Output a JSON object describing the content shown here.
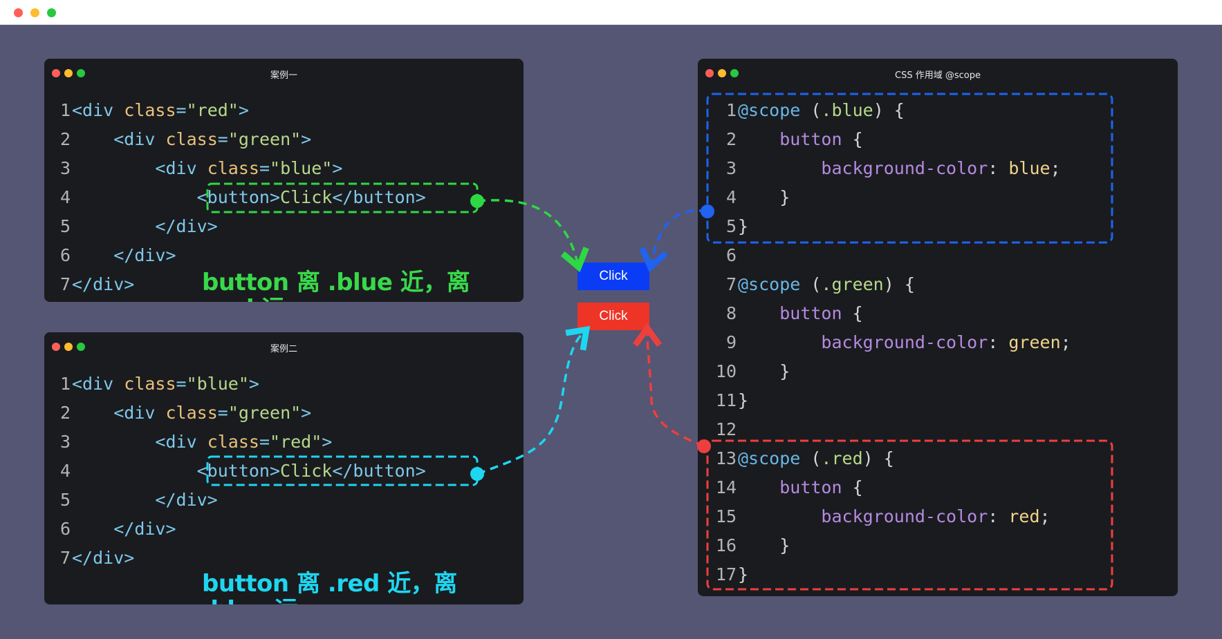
{
  "window": {
    "traffic_lights": {
      "close": "#ff5f57",
      "minimize": "#febc2e",
      "zoom": "#28c840"
    }
  },
  "case1": {
    "title": "案例一",
    "lines": [
      {
        "num": "1",
        "indent": "",
        "parts": [
          [
            "tag",
            "<div "
          ],
          [
            "attr",
            "class"
          ],
          [
            "tag",
            "="
          ],
          [
            "str",
            "\"red\""
          ],
          [
            "tag",
            ">"
          ]
        ]
      },
      {
        "num": "2",
        "indent": "    ",
        "parts": [
          [
            "tag",
            "<div "
          ],
          [
            "attr",
            "class"
          ],
          [
            "tag",
            "="
          ],
          [
            "str",
            "\"green\""
          ],
          [
            "tag",
            ">"
          ]
        ]
      },
      {
        "num": "3",
        "indent": "        ",
        "parts": [
          [
            "tag",
            "<div "
          ],
          [
            "attr",
            "class"
          ],
          [
            "tag",
            "="
          ],
          [
            "str",
            "\"blue\""
          ],
          [
            "tag",
            ">"
          ]
        ]
      },
      {
        "num": "4",
        "indent": "            ",
        "parts": [
          [
            "tag",
            "<button>"
          ],
          [
            "str",
            "Click"
          ],
          [
            "tag",
            "</button>"
          ]
        ]
      },
      {
        "num": "5",
        "indent": "        ",
        "parts": [
          [
            "tag",
            "</div>"
          ]
        ]
      },
      {
        "num": "6",
        "indent": "    ",
        "parts": [
          [
            "tag",
            "</div>"
          ]
        ]
      },
      {
        "num": "7",
        "indent": "",
        "parts": [
          [
            "tag",
            "</div>"
          ]
        ]
      }
    ],
    "note": "button 离 .blue 近，离 .red 远",
    "note_color": "#39d94a"
  },
  "case2": {
    "title": "案例二",
    "lines": [
      {
        "num": "1",
        "indent": "",
        "parts": [
          [
            "tag",
            "<div "
          ],
          [
            "attr",
            "class"
          ],
          [
            "tag",
            "="
          ],
          [
            "str",
            "\"blue\""
          ],
          [
            "tag",
            ">"
          ]
        ]
      },
      {
        "num": "2",
        "indent": "    ",
        "parts": [
          [
            "tag",
            "<div "
          ],
          [
            "attr",
            "class"
          ],
          [
            "tag",
            "="
          ],
          [
            "str",
            "\"green\""
          ],
          [
            "tag",
            ">"
          ]
        ]
      },
      {
        "num": "3",
        "indent": "        ",
        "parts": [
          [
            "tag",
            "<div "
          ],
          [
            "attr",
            "class"
          ],
          [
            "tag",
            "="
          ],
          [
            "str",
            "\"red\""
          ],
          [
            "tag",
            ">"
          ]
        ]
      },
      {
        "num": "4",
        "indent": "            ",
        "parts": [
          [
            "tag",
            "<button>"
          ],
          [
            "str",
            "Click"
          ],
          [
            "tag",
            "</button>"
          ]
        ]
      },
      {
        "num": "5",
        "indent": "        ",
        "parts": [
          [
            "tag",
            "</div>"
          ]
        ]
      },
      {
        "num": "6",
        "indent": "    ",
        "parts": [
          [
            "tag",
            "</div>"
          ]
        ]
      },
      {
        "num": "7",
        "indent": "",
        "parts": [
          [
            "tag",
            "</div>"
          ]
        ]
      }
    ],
    "note": "button 离 .red 近，离 .blue 远",
    "note_color": "#1fd6f0"
  },
  "css_window": {
    "title": "CSS 作用域 @scope",
    "lines": [
      {
        "num": "1",
        "indent": "",
        "parts": [
          [
            "at",
            "@scope "
          ],
          [
            "punc",
            "("
          ],
          [
            "sub",
            ".blue"
          ],
          [
            "punc",
            ") {"
          ]
        ]
      },
      {
        "num": "2",
        "indent": "    ",
        "parts": [
          [
            "prop",
            "button "
          ],
          [
            "punc",
            "{"
          ]
        ]
      },
      {
        "num": "3",
        "indent": "        ",
        "parts": [
          [
            "prop",
            "background-color"
          ],
          [
            "punc",
            ": "
          ],
          [
            "val",
            "blue"
          ],
          [
            "punc",
            ";"
          ]
        ]
      },
      {
        "num": "4",
        "indent": "    ",
        "parts": [
          [
            "punc",
            "}"
          ]
        ]
      },
      {
        "num": "5",
        "indent": "",
        "parts": [
          [
            "punc",
            "}"
          ]
        ]
      },
      {
        "num": "6",
        "indent": "",
        "parts": []
      },
      {
        "num": "7",
        "indent": "",
        "parts": [
          [
            "at",
            "@scope "
          ],
          [
            "punc",
            "("
          ],
          [
            "sub",
            ".green"
          ],
          [
            "punc",
            ") {"
          ]
        ]
      },
      {
        "num": "8",
        "indent": "    ",
        "parts": [
          [
            "prop",
            "button "
          ],
          [
            "punc",
            "{"
          ]
        ]
      },
      {
        "num": "9",
        "indent": "        ",
        "parts": [
          [
            "prop",
            "background-color"
          ],
          [
            "punc",
            ": "
          ],
          [
            "val",
            "green"
          ],
          [
            "punc",
            ";"
          ]
        ]
      },
      {
        "num": "10",
        "indent": "    ",
        "parts": [
          [
            "punc",
            "}"
          ]
        ]
      },
      {
        "num": "11",
        "indent": "",
        "parts": [
          [
            "punc",
            "}"
          ]
        ]
      },
      {
        "num": "12",
        "indent": "",
        "parts": []
      },
      {
        "num": "13",
        "indent": "",
        "parts": [
          [
            "at",
            "@scope "
          ],
          [
            "punc",
            "("
          ],
          [
            "sub",
            ".red"
          ],
          [
            "punc",
            ") {"
          ]
        ]
      },
      {
        "num": "14",
        "indent": "    ",
        "parts": [
          [
            "prop",
            "button "
          ],
          [
            "punc",
            "{"
          ]
        ]
      },
      {
        "num": "15",
        "indent": "        ",
        "parts": [
          [
            "prop",
            "background-color"
          ],
          [
            "punc",
            ": "
          ],
          [
            "val",
            "red"
          ],
          [
            "punc",
            ";"
          ]
        ]
      },
      {
        "num": "16",
        "indent": "    ",
        "parts": [
          [
            "punc",
            "}"
          ]
        ]
      },
      {
        "num": "17",
        "indent": "",
        "parts": [
          [
            "punc",
            "}"
          ]
        ]
      }
    ]
  },
  "demo_buttons": {
    "blue": {
      "label": "Click",
      "color": "#0a3cf5"
    },
    "red": {
      "label": "Click",
      "color": "#ee3426"
    }
  },
  "highlight_colors": {
    "green": "#2ed844",
    "cyan": "#1fd6f0",
    "blue": "#1f63f0",
    "red": "#ee3f3f"
  }
}
